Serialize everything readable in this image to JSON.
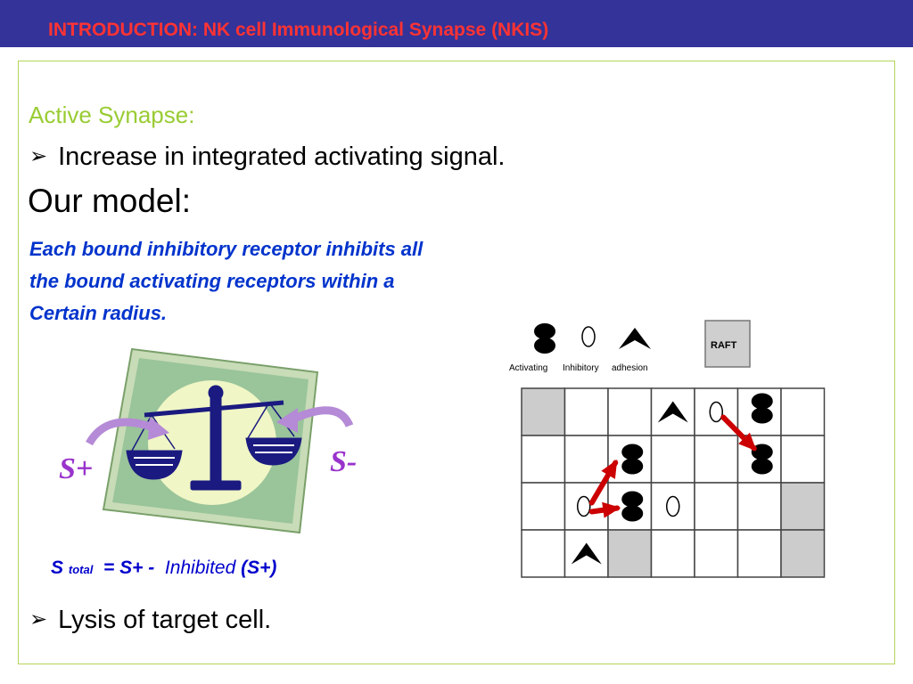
{
  "header": {
    "title": "INTRODUCTION: NK cell Immunological Synapse (NKIS)",
    "background": "#333399",
    "title_color": "#ff3333"
  },
  "content": {
    "active_heading": "Active Synapse:",
    "bullet1": "Increase in integrated activating signal.",
    "model_heading": "Our model:",
    "model_description": [
      "Each bound inhibitory receptor inhibits all",
      "the bound activating receptors within a",
      "Certain radius."
    ],
    "formula": {
      "s": "S",
      "subscript": "total",
      "eq": "= S+ -",
      "inhibited": "Inhibited",
      "paren": "(S+)"
    },
    "bullet2": "Lysis of target cell.",
    "bullet_icon": "arrow-bullet-icon"
  },
  "balance": {
    "left_label": "S+",
    "right_label": "S-",
    "label_color": "#9933cc",
    "balance_color": "#1a1a80"
  },
  "legend": {
    "activating": "Activating",
    "inhibitory": "Inhibitory",
    "adhesion": "adhesion",
    "raft": "RAFT"
  },
  "grid": {
    "rows": 4,
    "cols": 7,
    "raft_cells": [
      [
        0,
        0
      ],
      [
        2,
        6
      ],
      [
        3,
        2
      ],
      [
        3,
        6
      ]
    ],
    "adhesion_cells": [
      [
        0,
        3
      ],
      [
        3,
        1
      ]
    ],
    "activating_cells": [
      [
        0,
        5
      ],
      [
        1,
        2
      ],
      [
        1,
        5
      ],
      [
        2,
        2
      ]
    ],
    "inhibitory_cells": [
      [
        0,
        4
      ],
      [
        2,
        1
      ],
      [
        2,
        3
      ]
    ],
    "arrow_color": "#cc0000"
  }
}
